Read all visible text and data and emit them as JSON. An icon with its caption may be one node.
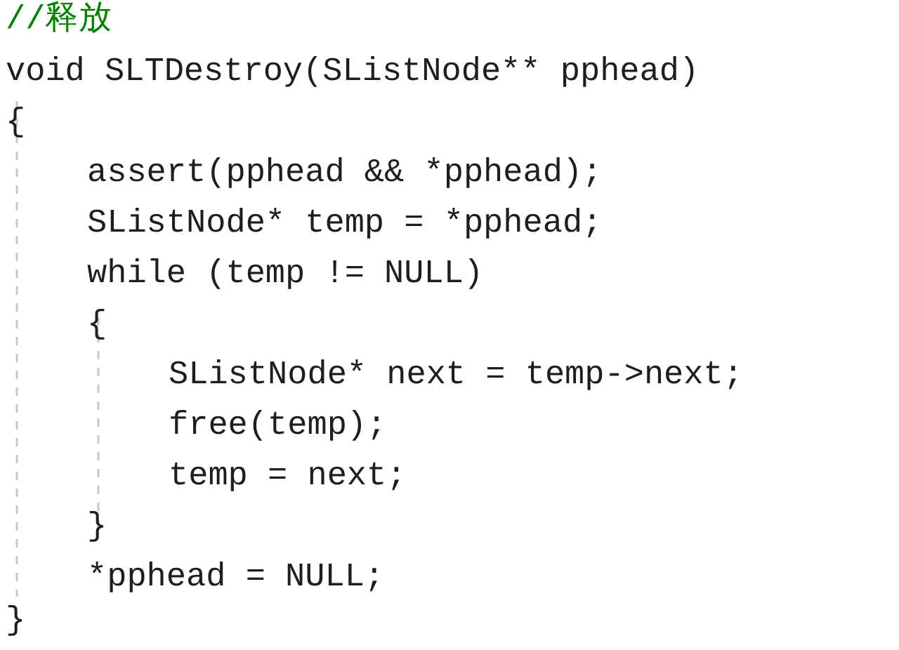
{
  "diagram": {
    "labels": [
      "//释放",
      "void SLTDestroy(SListNode** pphead)",
      "{",
      "assert(pphead && *pphead);",
      "SListNode* temp = *pphead;",
      "while (temp != NULL)",
      "{",
      "SListNode* next = temp->next;",
      "free(temp);",
      "temp = next;",
      "}",
      "*pphead = NULL;",
      "}"
    ]
  }
}
